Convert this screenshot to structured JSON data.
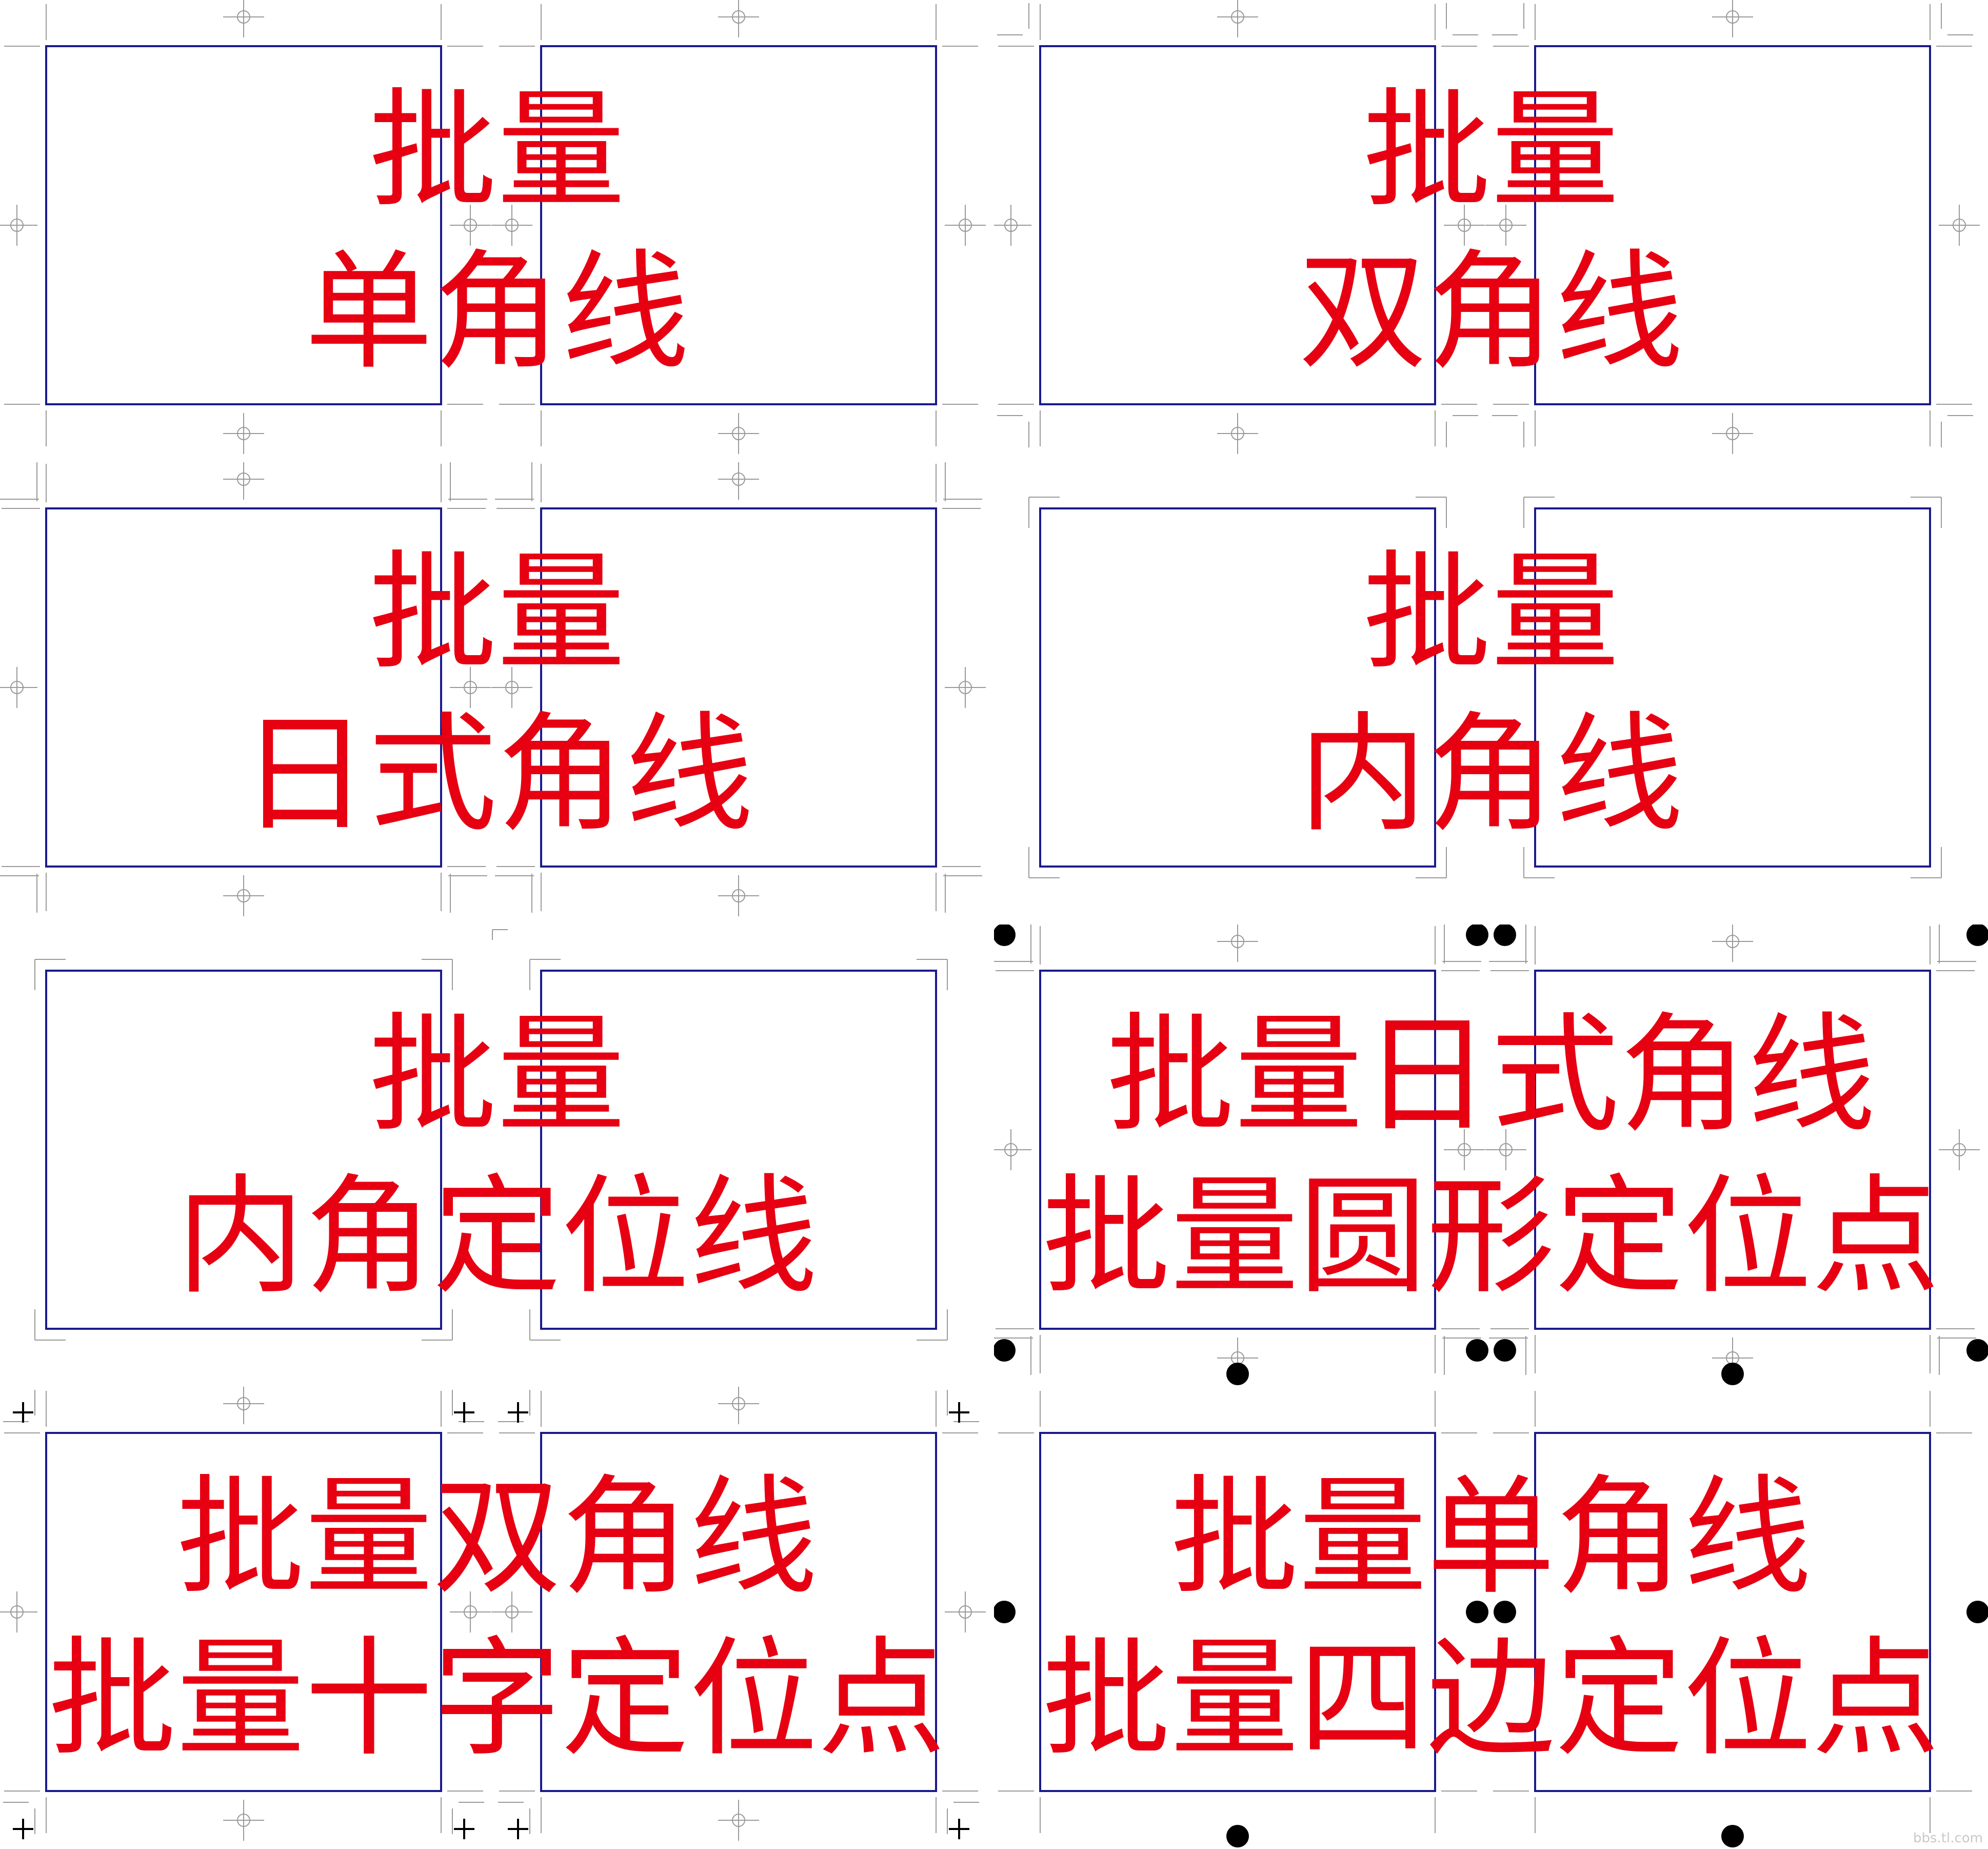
{
  "panels": [
    {
      "style": "single",
      "line1": "批量",
      "line2": "单角线"
    },
    {
      "style": "double",
      "line1": "批量",
      "line2": "双角线"
    },
    {
      "style": "japanese",
      "line1": "批量",
      "line2": "日式角线"
    },
    {
      "style": "inner",
      "line1": "批量",
      "line2": "内角线"
    },
    {
      "style": "inner-position",
      "line1": "批量",
      "line2": "内角定位线"
    },
    {
      "style": "japanese-circle",
      "line1": "批量日式角线",
      "line2": "批量圆形定位点"
    },
    {
      "style": "double-cross",
      "line1": "批量双角线",
      "line2": "批量十字定位点"
    },
    {
      "style": "single-four-side",
      "line1": "批量单角线",
      "line2": "批量四边定位点"
    }
  ],
  "watermark": "bbs.tl.com",
  "colors": {
    "text": "#e60012",
    "page_frame": "#1a1a8c",
    "marks": "#9a9a9a",
    "dots": "#000000",
    "background": "#ffffff"
  }
}
